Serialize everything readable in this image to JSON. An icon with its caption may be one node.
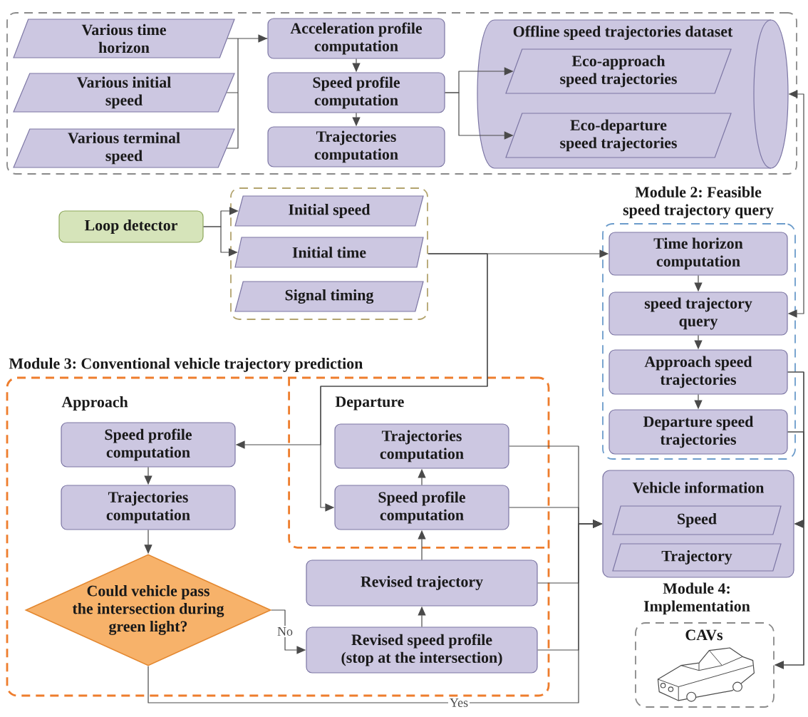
{
  "diagram": {
    "nodes": [
      {
        "text": [],
        "shape": "box"
      },
      {
        "text": [
          "Various time horizon"
        ],
        "in": 0
      },
      {
        "text": [
          "Various initial speed"
        ],
        "in": 0
      },
      {
        "text": [
          "Various terminal speed"
        ],
        "in": 0
      },
      {
        "text": [
          "Acceleration profile computation"
        ],
        "in": 0
      },
      {
        "text": [
          "Speed profile computation"
        ],
        "in": 0
      },
      {
        "text": [
          "Trajectories computation"
        ],
        "in": 0
      },
      {
        "text": [
          "Offline speed trajectories dataset"
        ],
        "in": 0
      },
      {
        "text": [
          "Eco-approach speed trajectories"
        ],
        "in": 7
      },
      {
        "text": [
          "Eco-departure speed trajectories"
        ],
        "in": 7
      },
      {
        "text": [
          "Loop detector"
        ]
      },
      {
        "text": [],
        "shape": "box"
      },
      {
        "text": [
          "Initial speed"
        ],
        "in": 11
      },
      {
        "text": [
          "Initial time"
        ],
        "in": 11
      },
      {
        "text": [
          "Signal timing"
        ],
        "in": 11
      },
      {
        "text": [
          "Module 2: Feasible speed trajectory query"
        ]
      },
      {
        "text": [
          "Time horizon computation"
        ],
        "in": 15
      },
      {
        "text": [
          "speed trajectory query"
        ],
        "in": 15
      },
      {
        "text": [
          "Approach speed trajectories"
        ],
        "in": 15
      },
      {
        "text": [
          "Departure speed trajectories"
        ],
        "in": 15
      },
      {
        "text": [
          "Module 3: Conventional vehicle trajectory prediction",
          "Approach"
        ]
      },
      {
        "text": [
          "Speed profile computation"
        ],
        "in": 20
      },
      {
        "text": [
          "Trajectories computation"
        ],
        "in": 20
      },
      {
        "text": [
          "Could vehicle pass the intersection during green light?"
        ],
        "in": 20
      },
      {
        "text": [
          "Departure"
        ],
        "in": 20
      },
      {
        "text": [
          "Trajectories computation"
        ],
        "in": 24
      },
      {
        "text": [
          "Speed profile computation"
        ],
        "in": 24
      },
      {
        "text": [
          "Revised trajectory"
        ],
        "in": 20
      },
      {
        "text": [
          "Revised speed profile (stop at the intersection)"
        ],
        "in": 20
      },
      {
        "text": [
          "Vehicle information"
        ]
      },
      {
        "text": [
          "Speed"
        ],
        "in": 29
      },
      {
        "text": [
          "Trajectory"
        ],
        "in": 29
      },
      {
        "text": [
          "Module 4: Implementation",
          "CAVs"
        ]
      }
    ],
    "edges": [
      {
        "from": 1,
        "to": 4,
        "arrow": "to"
      },
      {
        "from": 2,
        "to": 4,
        "arrow": "to"
      },
      {
        "from": 3,
        "to": 4,
        "arrow": "to"
      },
      {
        "from": 4,
        "to": 5,
        "arrow": "to"
      },
      {
        "from": 5,
        "to": 6,
        "arrow": "to"
      },
      {
        "from": 5,
        "to": 8,
        "arrow": "to"
      },
      {
        "from": 5,
        "to": 9,
        "arrow": "to"
      },
      {
        "from": 7,
        "to": 17,
        "arrow": "both"
      },
      {
        "from": 10,
        "to": 12,
        "arrow": "to"
      },
      {
        "from": 10,
        "to": 13,
        "arrow": "to"
      },
      {
        "from": 11,
        "to": 16,
        "arrow": "to"
      },
      {
        "from": 11,
        "to": 21,
        "arrow": "to"
      },
      {
        "from": 11,
        "to": 26,
        "arrow": "to"
      },
      {
        "from": 16,
        "to": 17,
        "arrow": "to"
      },
      {
        "from": 17,
        "to": 18,
        "arrow": "to"
      },
      {
        "from": 18,
        "to": 19,
        "arrow": "to"
      },
      {
        "from": 18,
        "to": 29,
        "arrow": "to"
      },
      {
        "from": 18,
        "to": 32,
        "arrow": "to"
      },
      {
        "from": 19,
        "to": 29,
        "arrow": "to"
      },
      {
        "from": 19,
        "to": 32,
        "arrow": "to"
      },
      {
        "from": 21,
        "to": 22,
        "arrow": "to"
      },
      {
        "from": 22,
        "to": 23,
        "arrow": "to"
      },
      {
        "from": 23,
        "to": 28,
        "arrow": "to",
        "label": "No"
      },
      {
        "from": 23,
        "to": 29,
        "arrow": "to",
        "label": "Yes"
      },
      {
        "from": 26,
        "to": 25,
        "arrow": "to"
      },
      {
        "from": 27,
        "to": 26,
        "arrow": "to"
      },
      {
        "from": 28,
        "to": 27,
        "arrow": "to"
      },
      {
        "from": 25,
        "to": 29,
        "arrow": "to"
      },
      {
        "from": 26,
        "to": 29,
        "arrow": "to"
      },
      {
        "from": 27,
        "to": 29,
        "arrow": "to"
      },
      {
        "from": 28,
        "to": 29,
        "arrow": "to"
      }
    ]
  }
}
